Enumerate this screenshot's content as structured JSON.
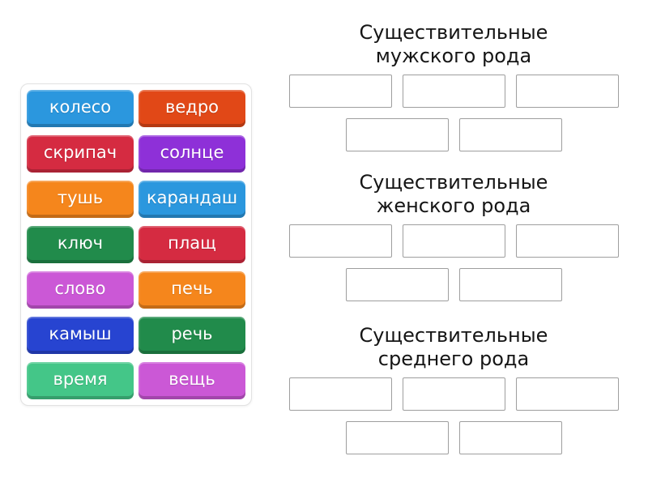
{
  "page": {
    "background_color": "#ffffff",
    "tile_text_color": "#ffffff"
  },
  "tile_panel": {
    "tiles": [
      {
        "label": "колесо",
        "color": "#2b97de"
      },
      {
        "label": "ведро",
        "color": "#e14817"
      },
      {
        "label": "скрипач",
        "color": "#d52b41"
      },
      {
        "label": "солнце",
        "color": "#8e30d8"
      },
      {
        "label": "тушь",
        "color": "#f5861c"
      },
      {
        "label": "карандаш",
        "color": "#2b97de"
      },
      {
        "label": "ключ",
        "color": "#218b4b"
      },
      {
        "label": "плащ",
        "color": "#d52b41"
      },
      {
        "label": "слово",
        "color": "#cb58d6"
      },
      {
        "label": "печь",
        "color": "#f5861c"
      },
      {
        "label": "камыш",
        "color": "#2744d1"
      },
      {
        "label": "речь",
        "color": "#218b4b"
      },
      {
        "label": "время",
        "color": "#44c688"
      },
      {
        "label": "вещь",
        "color": "#cb58d6"
      }
    ]
  },
  "groups": [
    {
      "title": "Существительные мужского рода",
      "slot_count": 5
    },
    {
      "title": "Существительные женского рода",
      "slot_count": 5
    },
    {
      "title": "Существительные среднего рода",
      "slot_count": 5
    }
  ]
}
